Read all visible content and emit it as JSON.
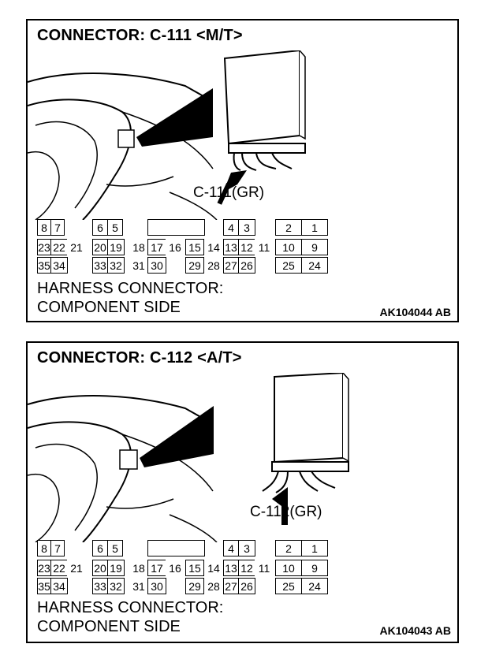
{
  "panels": [
    {
      "title": "CONNECTOR: C-111 <M/T>",
      "connector_label": "C-111(GR)",
      "harness_line1": "HARNESS CONNECTOR:",
      "harness_line2": "COMPONENT SIDE",
      "code": "AK104044 AB"
    },
    {
      "title": "CONNECTOR: C-112 <A/T>",
      "connector_label": "C-112(GR)",
      "harness_line1": "HARNESS CONNECTOR:",
      "harness_line2": "COMPONENT SIDE",
      "code": "AK104043 AB"
    }
  ],
  "pins": {
    "row1": [
      "8",
      "7",
      "6",
      "5",
      "4",
      "3",
      "2",
      "1"
    ],
    "row2": [
      "23",
      "22",
      "21",
      "20",
      "19",
      "18",
      "17",
      "16",
      "15",
      "14",
      "13",
      "12",
      "11",
      "10",
      "9"
    ],
    "row3": [
      "35",
      "34",
      "33",
      "32",
      "31",
      "30",
      "29",
      "28",
      "27",
      "26",
      "25",
      "24"
    ]
  }
}
